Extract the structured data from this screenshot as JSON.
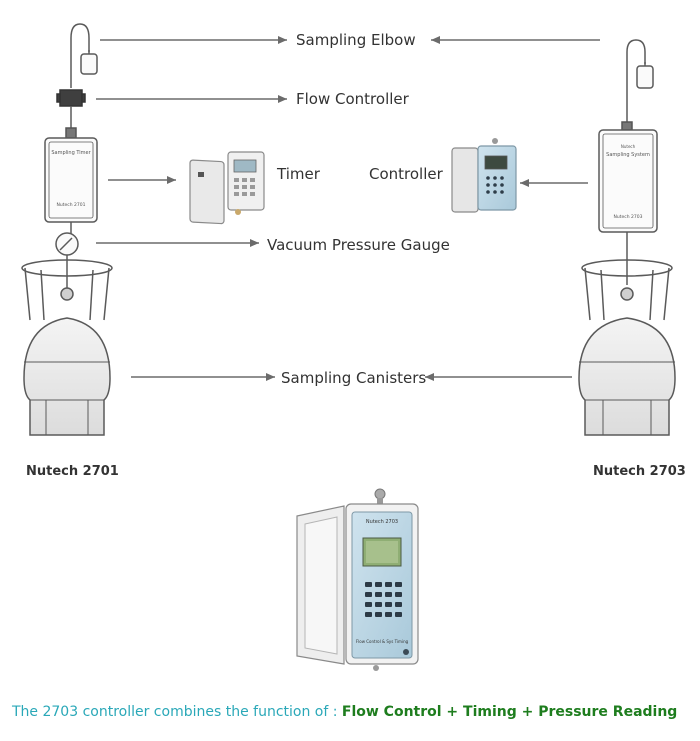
{
  "labels": {
    "sampling_elbow": "Sampling Elbow",
    "flow_controller": "Flow Controller",
    "timer": "Timer",
    "controller": "Controller",
    "vacuum_gauge": "Vacuum Pressure Gauge",
    "sampling_canisters": "Sampling Canisters"
  },
  "devices": {
    "left_model": "Nutech 2701",
    "right_model": "Nutech 2703",
    "left_box_title": "Sampling Timer",
    "left_box_model": "Nutech 2701",
    "right_box_brand": "Nutech",
    "right_box_title": "Sampling System",
    "right_box_model": "Nutech 2703",
    "panel_brand": "Nutech 2703",
    "panel_footer": "Flow Control & Sys Timing"
  },
  "caption": {
    "intro": "The 2703 controller combines the function of : ",
    "highlight": "Flow Control + Timing + Pressure Reading"
  },
  "colors": {
    "line": "#5a5a5a",
    "arrow": "#6b6b6b",
    "panel_blue": "#bcd8e6",
    "screen_green": "#8fae74",
    "caption_teal": "#2aa8b8",
    "caption_green": "#1e7d1e"
  }
}
